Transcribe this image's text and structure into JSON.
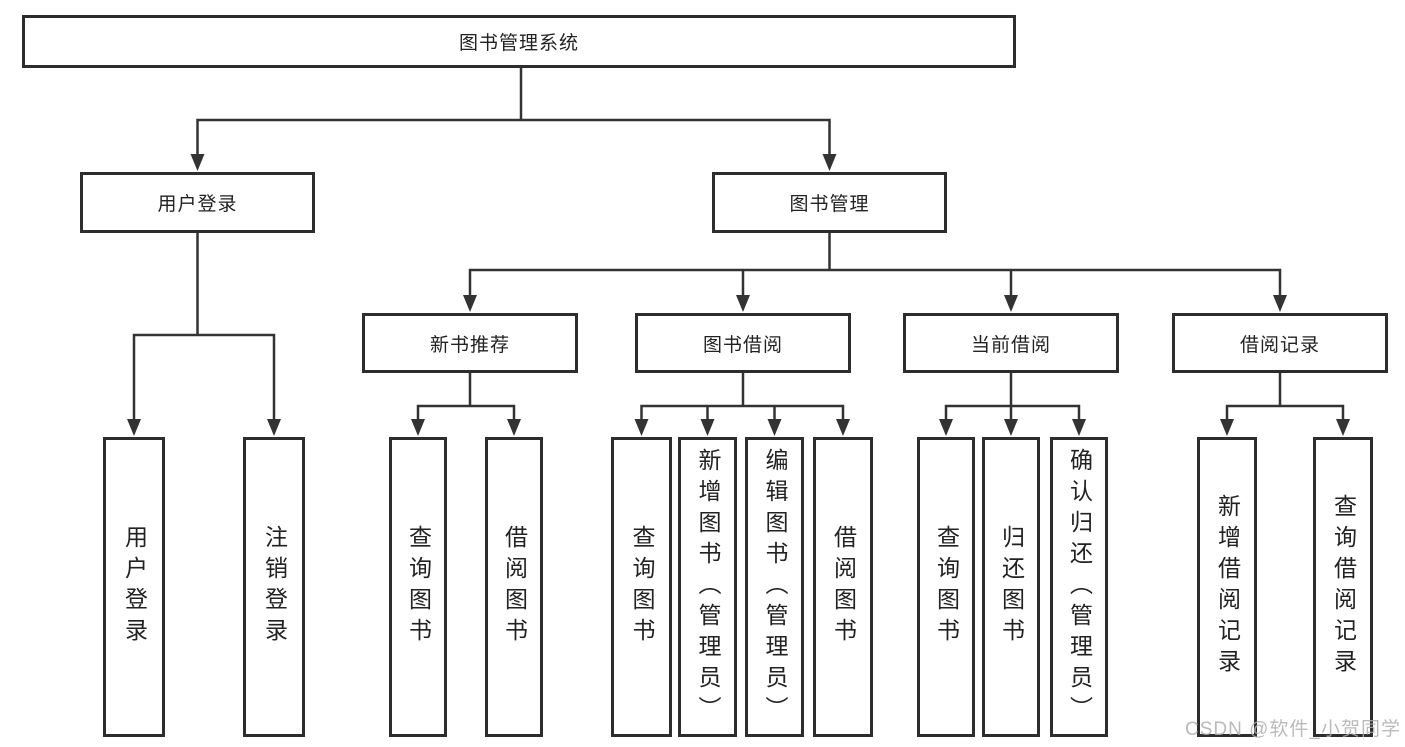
{
  "diagram": {
    "root": {
      "label": "图书管理系统"
    },
    "branches": [
      {
        "label": "用户登录",
        "children": [
          {
            "label": "用户登录"
          },
          {
            "label": "注销登录"
          }
        ]
      },
      {
        "label": "图书管理",
        "children": [
          {
            "label": "新书推荐",
            "children": [
              {
                "label": "查询图书"
              },
              {
                "label": "借阅图书"
              }
            ]
          },
          {
            "label": "图书借阅",
            "children": [
              {
                "label": "查询图书"
              },
              {
                "label": "新增图书（管理员）"
              },
              {
                "label": "编辑图书（管理员）"
              },
              {
                "label": "借阅图书"
              }
            ]
          },
          {
            "label": "当前借阅",
            "children": [
              {
                "label": "查询图书"
              },
              {
                "label": "归还图书"
              },
              {
                "label": "确认归还（管理员）"
              }
            ]
          },
          {
            "label": "借阅记录",
            "children": [
              {
                "label": "新增借阅记录"
              },
              {
                "label": "查询借阅记录"
              }
            ]
          }
        ]
      }
    ]
  },
  "watermark": {
    "text": "CSDN @软件_小贺同学"
  },
  "colors": {
    "line": "#333333",
    "border": "#2d2d2d",
    "background": "#ffffff",
    "text": "#222222",
    "watermark": "#aeaeae"
  }
}
